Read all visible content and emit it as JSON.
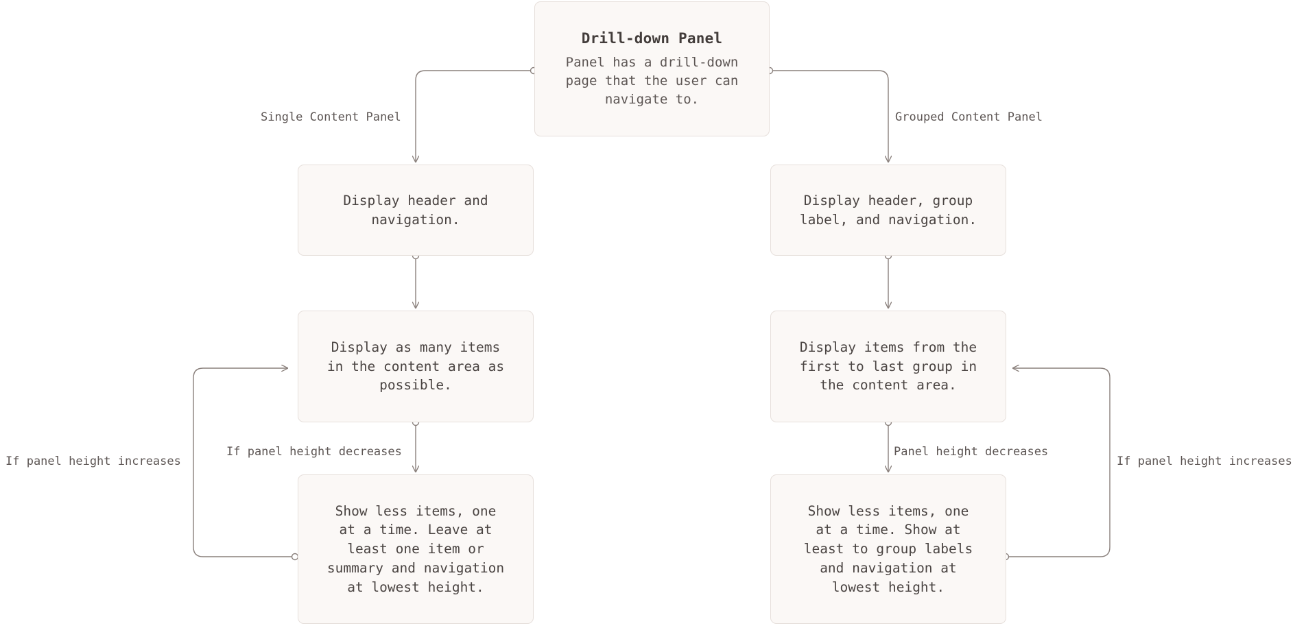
{
  "diagram": {
    "title": "Drill-down Panel behaviour flowchart",
    "colors": {
      "node_fill": "#fbf8f6",
      "node_border": "#e6dfdb",
      "edge_stroke": "#8a807c",
      "text": "#4a4442",
      "muted_text": "#5d5654",
      "background": "#ffffff"
    },
    "nodes": [
      {
        "id": "root",
        "title": "Drill-down Panel",
        "desc": "Panel has a drill-down\npage that the user can\nnavigate to."
      },
      {
        "id": "left-1",
        "body": "Display header and\nnavigation."
      },
      {
        "id": "right-1",
        "body": "Display header, group\nlabel, and navigation."
      },
      {
        "id": "left-2",
        "body": "Display as many items\nin the content area as\npossible."
      },
      {
        "id": "right-2",
        "body": "Display items from the\nfirst to last group in\nthe content area."
      },
      {
        "id": "left-3",
        "body": "Show less items, one\nat a time. Leave at\nleast one item or\nsummary and navigation\nat lowest height."
      },
      {
        "id": "right-3",
        "body": "Show less items, one\nat a time. Show at\nleast to group labels\nand navigation at\nlowest height."
      }
    ],
    "edge_labels": [
      {
        "id": "single-content-panel",
        "text": "Single Content Panel"
      },
      {
        "id": "grouped-content-panel",
        "text": "Grouped Content Panel"
      },
      {
        "id": "left-increase",
        "text": "If panel height increases"
      },
      {
        "id": "left-decrease",
        "text": "If panel height decreases"
      },
      {
        "id": "right-decrease",
        "text": "Panel height decreases"
      },
      {
        "id": "right-increase",
        "text": "If panel height increases"
      }
    ]
  }
}
